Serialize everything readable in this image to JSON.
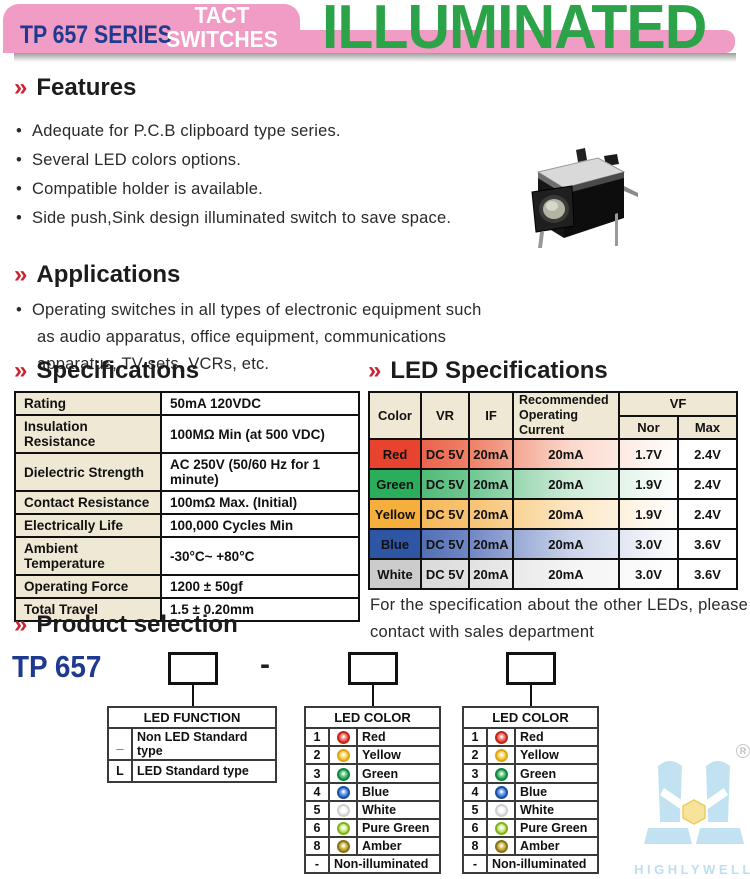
{
  "ui": {
    "chevron": "»",
    "bullet": "•",
    "dash": "-",
    "registered": "R"
  },
  "colors": {
    "header_pink": "#F09CC4",
    "header_blue": "#1E3A8F",
    "banner_green": "#2DA349",
    "heading_red": "#CC2330",
    "table_beige": "#EFE8D4"
  },
  "header": {
    "series": "TP 657 SERIES",
    "product_line1": "TACT",
    "product_line2": "SWITCHES",
    "banner": "ILLUMINATED"
  },
  "features": {
    "title": "Features",
    "items": [
      "Adequate for P.C.B clipboard type series.",
      "Several LED colors options.",
      "Compatible holder is available.",
      "Side push,Sink design illuminated switch to save space."
    ]
  },
  "applications": {
    "title": "Applications",
    "lines": [
      "Operating switches in all types of electronic equipment such",
      "as audio apparatus, office equipment, communications",
      "apparatus, TV sets, VCRs, etc."
    ]
  },
  "specifications": {
    "title": "Specifications",
    "rows": [
      {
        "label": "Rating",
        "value": "50mA  120VDC"
      },
      {
        "label": "Insulation Resistance",
        "value": "100MΩ Min (at 500 VDC)"
      },
      {
        "label": "Dielectric Strength",
        "value": "AC 250V (50/60 Hz for 1 minute)"
      },
      {
        "label": "Contact Resistance",
        "value": "100mΩ Max. (Initial)"
      },
      {
        "label": "Electrically Life",
        "value": "100,000 Cycles Min"
      },
      {
        "label": "Ambient Temperature",
        "value": "-30°C~ +80°C"
      },
      {
        "label": "Operating Force",
        "value": "1200 ± 50gf"
      },
      {
        "label": "Total Travel",
        "value": "1.5 ± 0.20mm"
      }
    ]
  },
  "led_specifications": {
    "title": "LED Specifications",
    "header": {
      "color": "Color",
      "vr": "VR",
      "if": "IF",
      "rec_line1": "Recommended",
      "rec_line2": "Operating Current",
      "vf": "VF",
      "nor": "Nor",
      "max": "Max"
    },
    "rows": [
      {
        "name": "Red",
        "hex": "#E8432F",
        "vr": "DC 5V",
        "if": "20mA",
        "rec": "20mA",
        "nor": "1.7V",
        "max": "2.4V"
      },
      {
        "name": "Green",
        "hex": "#2BAE5C",
        "vr": "DC 5V",
        "if": "20mA",
        "rec": "20mA",
        "nor": "1.9V",
        "max": "2.4V"
      },
      {
        "name": "Yellow",
        "hex": "#F6AE3D",
        "vr": "DC 5V",
        "if": "20mA",
        "rec": "20mA",
        "nor": "1.9V",
        "max": "2.4V"
      },
      {
        "name": "Blue",
        "hex": "#2F55A5",
        "vr": "DC 5V",
        "if": "20mA",
        "rec": "20mA",
        "nor": "3.0V",
        "max": "3.6V"
      },
      {
        "name": "White",
        "hex": "#CCCCCC",
        "vr": "DC 5V",
        "if": "20mA",
        "rec": "20mA",
        "nor": "3.0V",
        "max": "3.6V"
      }
    ],
    "note_line1": "For the specification about the other LEDs, please",
    "note_line2": "contact with sales department"
  },
  "product_selection": {
    "title": "Product selection",
    "model": "TP 657",
    "led_function": {
      "title": "LED FUNCTION",
      "rows": [
        {
          "code": "_",
          "label": "Non LED Standard type"
        },
        {
          "code": "L",
          "label": "LED Standard type"
        }
      ]
    },
    "led_color": {
      "title": "LED COLOR",
      "rows": [
        {
          "code": "1",
          "name": "Red",
          "hex": "#E63A2E"
        },
        {
          "code": "2",
          "name": "Yellow",
          "hex": "#F3BC28"
        },
        {
          "code": "3",
          "name": "Green",
          "hex": "#1FA04E"
        },
        {
          "code": "4",
          "name": "Blue",
          "hex": "#2E6FCE"
        },
        {
          "code": "5",
          "name": "White",
          "hex": "#EDEDED"
        },
        {
          "code": "6",
          "name": "Pure Green",
          "hex": "#A8D437"
        },
        {
          "code": "8",
          "name": "Amber",
          "hex": "#AD9220"
        }
      ],
      "last_row": {
        "code": "-",
        "name": "Non-illuminated"
      }
    }
  },
  "logo": {
    "brand": "HIGHLYWELL"
  }
}
